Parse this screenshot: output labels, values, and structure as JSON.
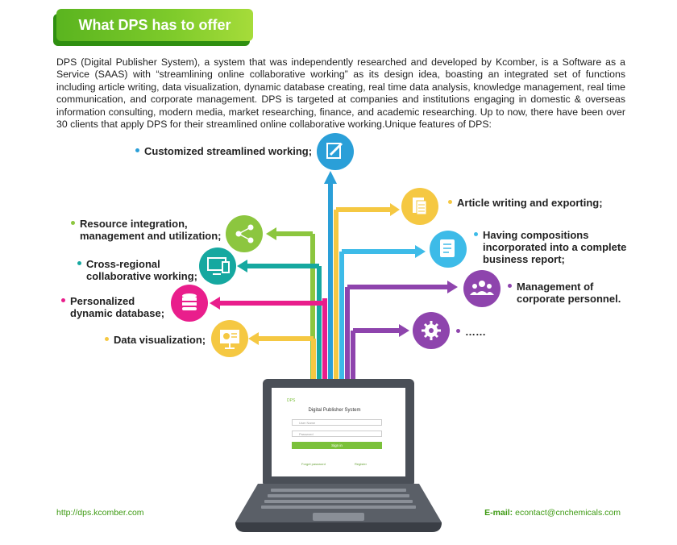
{
  "header": {
    "title": "What DPS has to offer"
  },
  "intro": "DPS (Digital Publisher System), a system that was independently researched and developed by Kcomber, is a Software as a Service (SAAS) with “streamlining online collaborative working” as its design idea, boasting an integrated set of functions including article writing, data visualization, dynamic database creating, real time data analysis, knowledge management, real time communication, and corporate management. DPS is targeted at companies and institutions engaging in domestic & overseas information consulting, modern media, market researching, finance, and academic researching. Up to now, there have been over 30 clients that apply DPS for their streamlined online collaborative working.Unique features of DPS:",
  "features": {
    "customized": {
      "text": "Customized streamlined working;",
      "color": "#2a9fd8",
      "icon": "edit-icon"
    },
    "article": {
      "text": "Article writing and exporting;",
      "color": "#f5c842",
      "icon": "document-icon"
    },
    "resource": {
      "line1": "Resource integration,",
      "line2": "management and utilization;",
      "color": "#8cc63f",
      "icon": "share-icon"
    },
    "compositions": {
      "line1": "Having compositions",
      "line2": "incorporated into a complete",
      "line3": "business report;",
      "color": "#3dbbe8",
      "icon": "report-icon"
    },
    "cross_regional": {
      "line1": "Cross-regional",
      "line2": "collaborative working;",
      "color": "#16a8a0",
      "icon": "devices-icon"
    },
    "management": {
      "line1": "Management of",
      "line2": "corporate personnel.",
      "color": "#8e44ad",
      "icon": "people-icon"
    },
    "personalized": {
      "line1": "Personalized",
      "line2": "dynamic database;",
      "color": "#e91e8c",
      "icon": "database-icon"
    },
    "more": {
      "text": "……",
      "color": "#8e44ad",
      "icon": "gear-icon"
    },
    "data_vis": {
      "text": "Data visualization;",
      "color": "#f5c842",
      "icon": "chart-icon"
    }
  },
  "laptop_screen": {
    "logo": "DPS",
    "app_title": "Digital Publisher System",
    "username_placeholder": "User Name",
    "password_placeholder": "Password",
    "sign_in": "Sign in",
    "forgot": "Forget password",
    "register": "Register"
  },
  "footer": {
    "url": "http://dps.kcomber.com",
    "email_label": "E-mail:",
    "email": "econtact@cnchemicals.com"
  }
}
